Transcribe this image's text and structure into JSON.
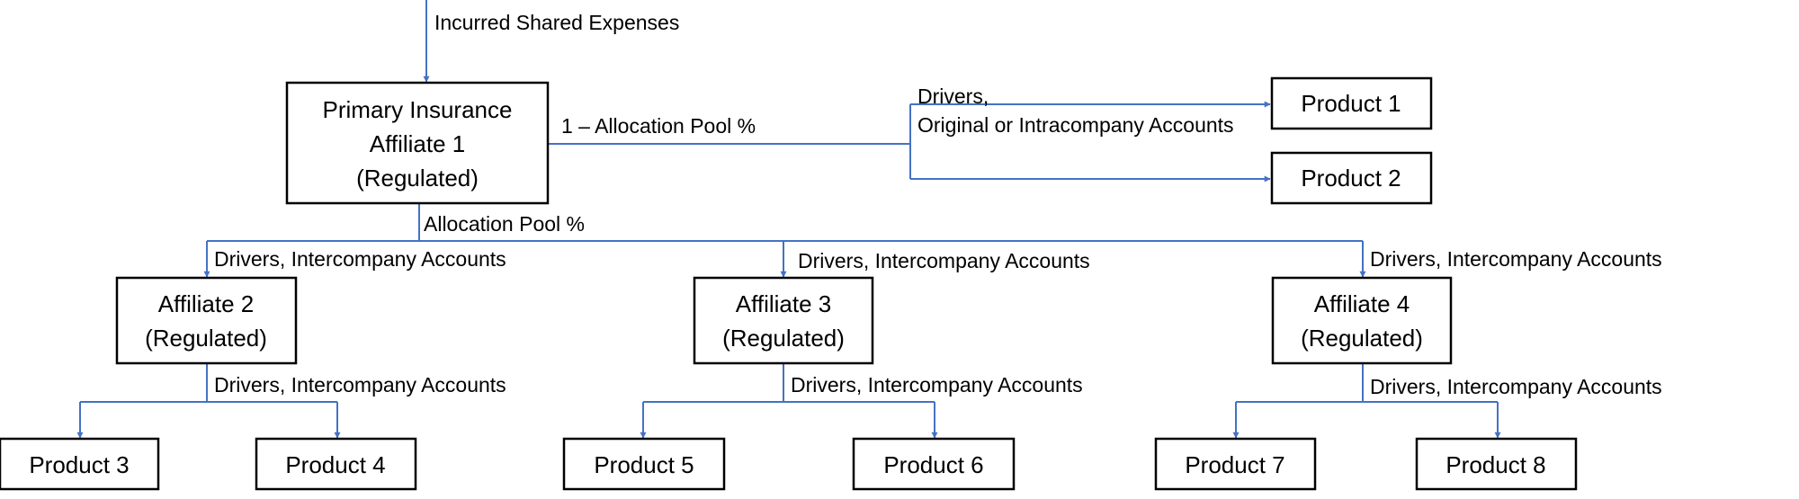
{
  "labels": {
    "incurred": "Incurred Shared Expenses",
    "one_minus_pool": "1 – Allocation Pool %",
    "drivers_line1": "Drivers,",
    "drivers_line2": "Original or Intracompany Accounts",
    "pool": "Allocation Pool %",
    "intercompany": "Drivers, Intercompany Accounts"
  },
  "nodes": {
    "primary": {
      "line1": "Primary Insurance",
      "line2": "Affiliate 1",
      "line3": "(Regulated)"
    },
    "affiliate2": {
      "line1": "Affiliate 2",
      "line2": "(Regulated)"
    },
    "affiliate3": {
      "line1": "Affiliate 3",
      "line2": "(Regulated)"
    },
    "affiliate4": {
      "line1": "Affiliate 4",
      "line2": "(Regulated)"
    },
    "product1": "Product 1",
    "product2": "Product 2",
    "product3": "Product 3",
    "product4": "Product 4",
    "product5": "Product 5",
    "product6": "Product 6",
    "product7": "Product 7",
    "product8": "Product 8"
  },
  "colors": {
    "connector": "#4472C4",
    "box_border": "#000000"
  }
}
